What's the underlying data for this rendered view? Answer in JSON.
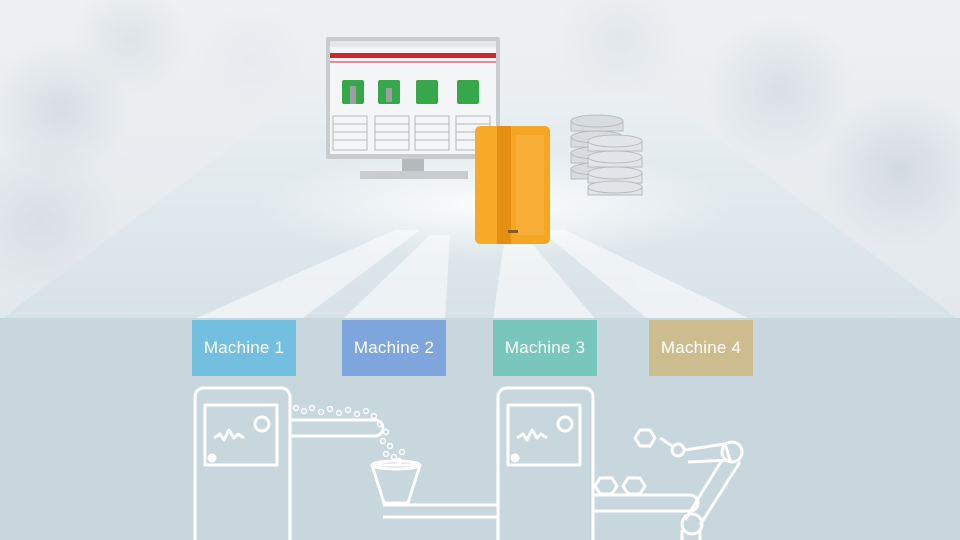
{
  "machines": [
    {
      "label": "Machine 1",
      "color": "#72bfe0"
    },
    {
      "label": "Machine 2",
      "color": "#7ea6dc"
    },
    {
      "label": "Machine 3",
      "color": "#79c7bc"
    },
    {
      "label": "Machine 4",
      "color": "#cdbd8e"
    }
  ],
  "colors": {
    "floor": "#dde6eb",
    "bottom_band": "#c7d7dd",
    "server": "#f5a623",
    "monitor_frame": "#c9cccf",
    "status_green": "#37a84a",
    "outline": "#ffffff"
  },
  "icons": [
    "monitor-icon",
    "server-box-icon",
    "database-stack-icon",
    "machine-icon",
    "conveyor-icon",
    "hopper-icon",
    "robot-arm-icon"
  ]
}
